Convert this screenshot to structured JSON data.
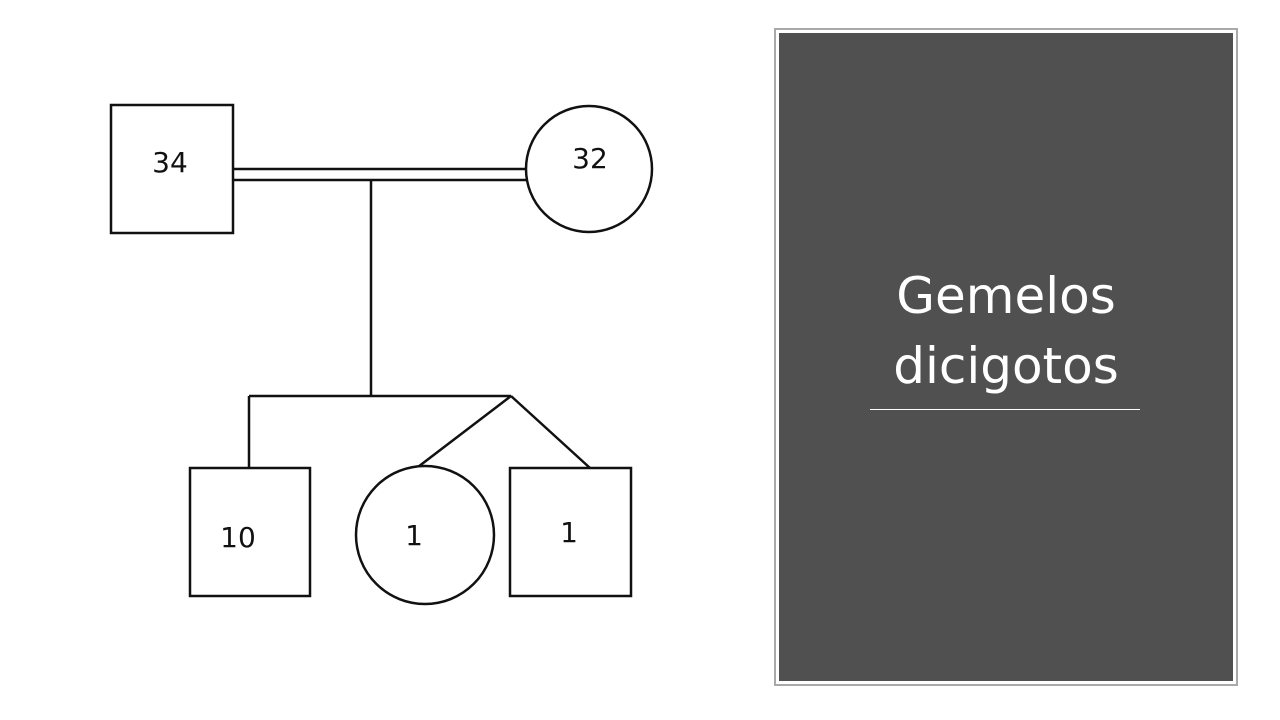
{
  "pedigree": {
    "father": {
      "sex": "male",
      "age_label": "34"
    },
    "mother": {
      "sex": "female",
      "age_label": "32"
    },
    "children": [
      {
        "sex": "male",
        "age_label": "10",
        "twin": false
      },
      {
        "sex": "female",
        "age_label": "1",
        "twin": true
      },
      {
        "sex": "male",
        "age_label": "1",
        "twin": true
      }
    ],
    "twin_type": "dizygotic"
  },
  "panel": {
    "title_line1": "Gemelos",
    "title_line2": "dicigotos",
    "background_color": "#505050",
    "text_color": "#ffffff"
  }
}
